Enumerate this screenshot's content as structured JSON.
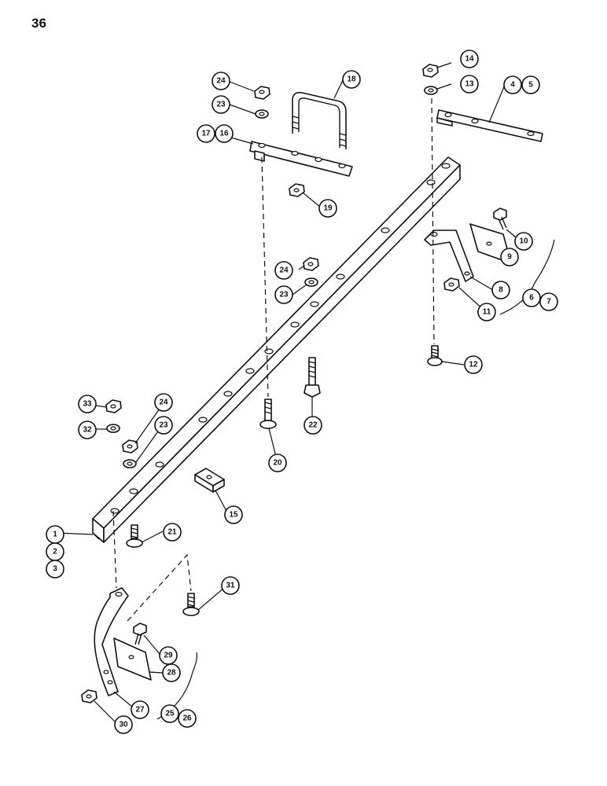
{
  "page": {
    "number": "36"
  },
  "callouts": [
    {
      "label": "1"
    },
    {
      "label": "2"
    },
    {
      "label": "3"
    },
    {
      "label": "4"
    },
    {
      "label": "5"
    },
    {
      "label": "6"
    },
    {
      "label": "7"
    },
    {
      "label": "8"
    },
    {
      "label": "9"
    },
    {
      "label": "10"
    },
    {
      "label": "11"
    },
    {
      "label": "12"
    },
    {
      "label": "13"
    },
    {
      "label": "14"
    },
    {
      "label": "15"
    },
    {
      "label": "16"
    },
    {
      "label": "17"
    },
    {
      "label": "18"
    },
    {
      "label": "19"
    },
    {
      "label": "20"
    },
    {
      "label": "21"
    },
    {
      "label": "22"
    },
    {
      "label": "23"
    },
    {
      "label": "23"
    },
    {
      "label": "23"
    },
    {
      "label": "24"
    },
    {
      "label": "24"
    },
    {
      "label": "24"
    },
    {
      "label": "25"
    },
    {
      "label": "26"
    },
    {
      "label": "27"
    },
    {
      "label": "28"
    },
    {
      "label": "29"
    },
    {
      "label": "30"
    },
    {
      "label": "31"
    },
    {
      "label": "32"
    },
    {
      "label": "33"
    }
  ]
}
